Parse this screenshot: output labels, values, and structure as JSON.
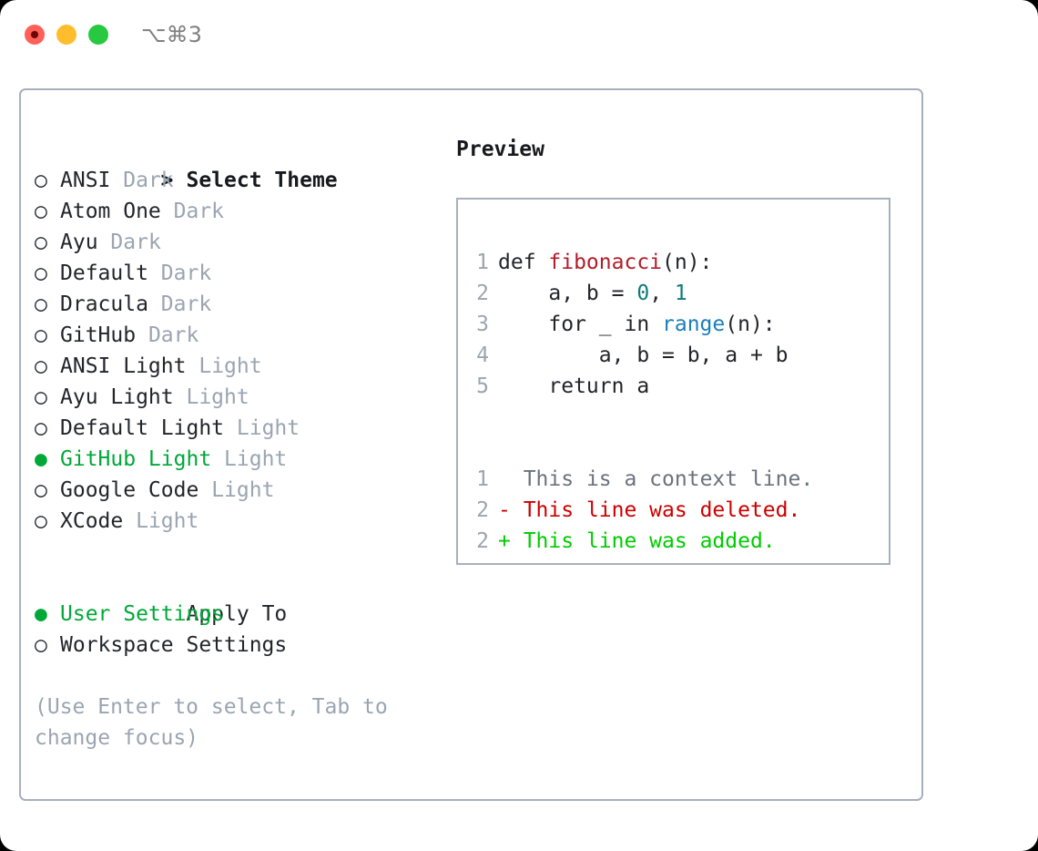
{
  "titlebar": {
    "shortcut": "⌥⌘3",
    "lights": [
      {
        "name": "close",
        "color": "#ff6058"
      },
      {
        "name": "minimize",
        "color": "#ffbd2e"
      },
      {
        "name": "maximize",
        "color": "#28c840"
      }
    ]
  },
  "theme_section": {
    "heading_prefix": "> ",
    "heading": "Select Theme",
    "bullet_unselected": "○",
    "bullet_selected": "●",
    "accent_color": "#00a838",
    "tag_color": "#9aa5b1",
    "items": [
      {
        "label": "ANSI",
        "tag": "Dark",
        "selected": false
      },
      {
        "label": "Atom One",
        "tag": "Dark",
        "selected": false
      },
      {
        "label": "Ayu",
        "tag": "Dark",
        "selected": false
      },
      {
        "label": "Default",
        "tag": "Dark",
        "selected": false
      },
      {
        "label": "Dracula",
        "tag": "Dark",
        "selected": false
      },
      {
        "label": "GitHub",
        "tag": "Dark",
        "selected": false
      },
      {
        "label": "ANSI Light",
        "tag": "Light",
        "selected": false
      },
      {
        "label": "Ayu Light",
        "tag": "Light",
        "selected": false
      },
      {
        "label": "Default Light",
        "tag": "Light",
        "selected": false
      },
      {
        "label": "GitHub Light",
        "tag": "Light",
        "selected": true
      },
      {
        "label": "Google Code",
        "tag": "Light",
        "selected": false
      },
      {
        "label": "XCode",
        "tag": "Light",
        "selected": false
      }
    ]
  },
  "apply_section": {
    "heading": "Apply To",
    "items": [
      {
        "label": "User Settings",
        "selected": true
      },
      {
        "label": "Workspace Settings",
        "selected": false
      }
    ]
  },
  "hint": "(Use Enter to select, Tab to change focus)",
  "preview": {
    "title": "Preview",
    "code_lines": [
      {
        "num": "1",
        "tokens": [
          {
            "t": "def ",
            "c": "plain"
          },
          {
            "t": "fibonacci",
            "c": "fn"
          },
          {
            "t": "(n):",
            "c": "plain"
          }
        ]
      },
      {
        "num": "2",
        "tokens": [
          {
            "t": "    a, b = ",
            "c": "plain"
          },
          {
            "t": "0",
            "c": "num"
          },
          {
            "t": ", ",
            "c": "plain"
          },
          {
            "t": "1",
            "c": "num"
          }
        ]
      },
      {
        "num": "3",
        "tokens": [
          {
            "t": "    for _ in ",
            "c": "plain"
          },
          {
            "t": "range",
            "c": "builtin"
          },
          {
            "t": "(n):",
            "c": "plain"
          }
        ]
      },
      {
        "num": "4",
        "tokens": [
          {
            "t": "        a, b = b, a + b",
            "c": "plain"
          }
        ]
      },
      {
        "num": "5",
        "tokens": [
          {
            "t": "    return a",
            "c": "plain"
          }
        ]
      }
    ],
    "diff_lines": [
      {
        "num": "1",
        "marker": " ",
        "text": " This is a context line.",
        "kind": "ctx"
      },
      {
        "num": "2",
        "marker": "-",
        "text": " This line was deleted.",
        "kind": "del"
      },
      {
        "num": "2",
        "marker": "+",
        "text": " This line was added.",
        "kind": "add"
      }
    ]
  }
}
